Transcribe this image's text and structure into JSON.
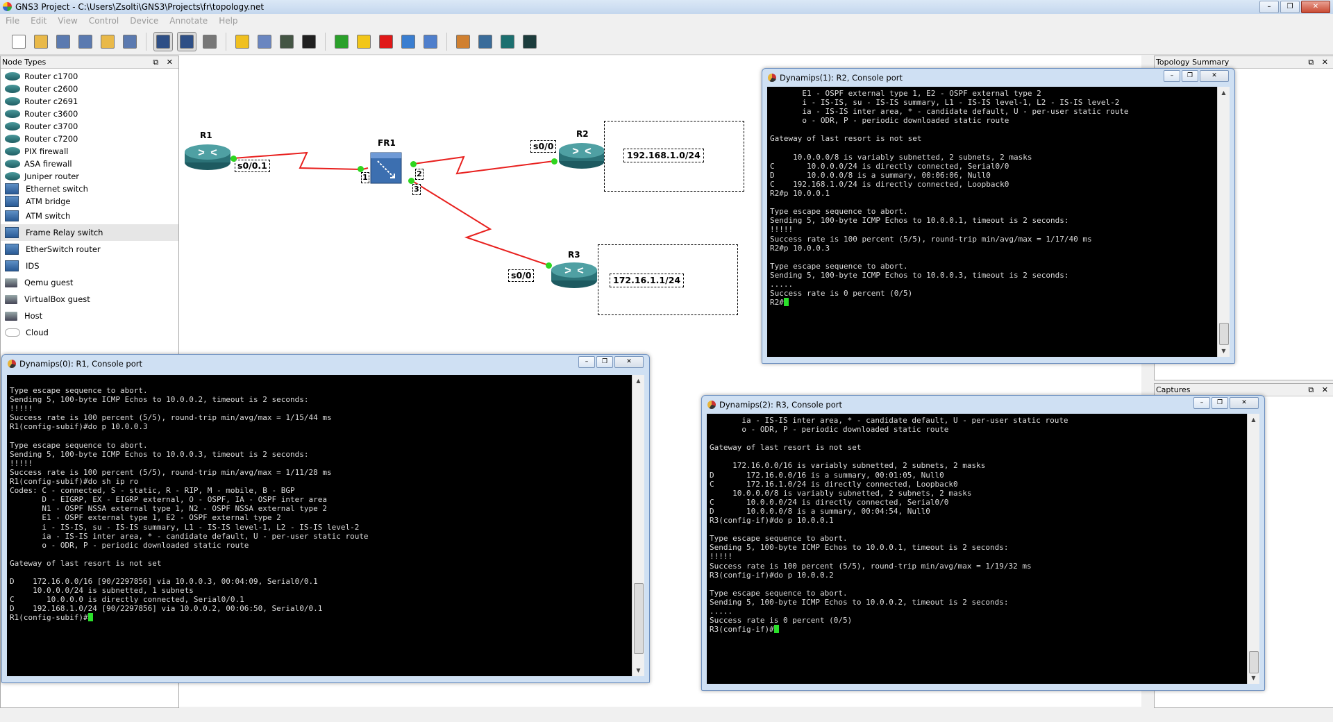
{
  "app": {
    "title": "GNS3 Project - C:\\Users\\Zsolti\\GNS3\\Projects\\fr\\topology.net",
    "window_buttons": [
      "–",
      "❐",
      "✕"
    ]
  },
  "menu": [
    "File",
    "Edit",
    "View",
    "Control",
    "Device",
    "Annotate",
    "Help"
  ],
  "toolbar": {
    "buttons": [
      {
        "name": "new-project",
        "color": "#ffffff"
      },
      {
        "name": "open-project",
        "color": "#e9b949"
      },
      {
        "name": "save-project",
        "color": "#5b7ab0"
      },
      {
        "name": "save-as",
        "color": "#5b7ab0"
      },
      {
        "name": "open-folder",
        "color": "#e9b949"
      },
      {
        "name": "export",
        "color": "#5b7ab0"
      },
      {
        "name": "design-mode",
        "color": "#2e4f86",
        "pressed": true
      },
      {
        "name": "emulation-mode",
        "color": "#2e4f86",
        "pressed": true
      },
      {
        "name": "add-link",
        "color": "#777777"
      },
      {
        "name": "snapshot",
        "color": "#f0c020"
      },
      {
        "name": "preferences",
        "color": "#6a86c0"
      },
      {
        "name": "terminal-all",
        "color": "#445544"
      },
      {
        "name": "console",
        "color": "#202020"
      },
      {
        "name": "start-all",
        "color": "#2aa02a"
      },
      {
        "name": "suspend-all",
        "color": "#f2c619"
      },
      {
        "name": "stop-all",
        "color": "#e01818"
      },
      {
        "name": "reload-all",
        "color": "#3a7ed0"
      },
      {
        "name": "virtualbox",
        "color": "#4f7fcc"
      },
      {
        "name": "add-note",
        "color": "#d08030"
      },
      {
        "name": "insert-picture",
        "color": "#3a6c9a"
      },
      {
        "name": "draw-rectangle",
        "color": "#1c6f6f"
      },
      {
        "name": "draw-ellipse",
        "color": "#1c3c3c"
      }
    ]
  },
  "node_types": {
    "title": "Node Types",
    "controls": "⧉ ✕",
    "items": [
      {
        "label": "Router c1700",
        "icon": "router-icon"
      },
      {
        "label": "Router c2600",
        "icon": "router-icon"
      },
      {
        "label": "Router c2691",
        "icon": "router-icon"
      },
      {
        "label": "Router c3600",
        "icon": "router-icon"
      },
      {
        "label": "Router c3700",
        "icon": "router-icon"
      },
      {
        "label": "Router c7200",
        "icon": "router-icon"
      },
      {
        "label": "PIX firewall",
        "icon": "firewall-icon"
      },
      {
        "label": "ASA firewall",
        "icon": "firewall-icon"
      },
      {
        "label": "Juniper router",
        "icon": "router-icon"
      },
      {
        "label": "Ethernet switch",
        "icon": "switch-icon"
      },
      {
        "label": "ATM bridge",
        "icon": "bridge-icon"
      },
      {
        "label": "ATM switch",
        "icon": "atm-switch-icon"
      },
      {
        "label": "Frame Relay switch",
        "icon": "frame-relay-switch-icon"
      },
      {
        "label": "EtherSwitch router",
        "icon": "etherswitch-icon"
      },
      {
        "label": "IDS",
        "icon": "ids-icon"
      },
      {
        "label": "Qemu guest",
        "icon": "computer-icon"
      },
      {
        "label": "VirtualBox guest",
        "icon": "computer-icon"
      },
      {
        "label": "Host",
        "icon": "computer-icon"
      },
      {
        "label": "Cloud",
        "icon": "cloud-icon"
      }
    ]
  },
  "topology_summary": {
    "title": "Topology Summary",
    "controls": "⧉ ✕"
  },
  "captures": {
    "title": "Captures",
    "controls": "⧉ ✕"
  },
  "topology": {
    "nodes": {
      "r1": "R1",
      "r2": "R2",
      "r3": "R3",
      "fr1": "FR1"
    },
    "interfaces": {
      "r1_if": "s0/0.1",
      "r2_if": "s0/0",
      "r3_if": "s0/0"
    },
    "fr_ports": [
      "1",
      "2",
      "3"
    ],
    "networks": {
      "r2_net": "192.168.1.0/24",
      "r3_net": "172.16.1.1/24"
    },
    "link_color": "#e8201e",
    "port_dot_color": "#2fd61f"
  },
  "consoles": {
    "r1": {
      "title": "Dynamips(0): R1, Console port",
      "lines": [
        "",
        "Type escape sequence to abort.",
        "Sending 5, 100-byte ICMP Echos to 10.0.0.2, timeout is 2 seconds:",
        "!!!!!",
        "Success rate is 100 percent (5/5), round-trip min/avg/max = 1/15/44 ms",
        "R1(config-subif)#do p 10.0.0.3",
        "",
        "Type escape sequence to abort.",
        "Sending 5, 100-byte ICMP Echos to 10.0.0.3, timeout is 2 seconds:",
        "!!!!!",
        "Success rate is 100 percent (5/5), round-trip min/avg/max = 1/11/28 ms",
        "R1(config-subif)#do sh ip ro",
        "Codes: C - connected, S - static, R - RIP, M - mobile, B - BGP",
        "       D - EIGRP, EX - EIGRP external, O - OSPF, IA - OSPF inter area",
        "       N1 - OSPF NSSA external type 1, N2 - OSPF NSSA external type 2",
        "       E1 - OSPF external type 1, E2 - OSPF external type 2",
        "       i - IS-IS, su - IS-IS summary, L1 - IS-IS level-1, L2 - IS-IS level-2",
        "       ia - IS-IS inter area, * - candidate default, U - per-user static route",
        "       o - ODR, P - periodic downloaded static route",
        "",
        "Gateway of last resort is not set",
        "",
        "D    172.16.0.0/16 [90/2297856] via 10.0.0.3, 00:04:09, Serial0/0.1",
        "     10.0.0.0/24 is subnetted, 1 subnets",
        "C       10.0.0.0 is directly connected, Serial0/0.1",
        "D    192.168.1.0/24 [90/2297856] via 10.0.0.2, 00:06:50, Serial0/0.1"
      ],
      "prompt": "R1(config-subif)#"
    },
    "r2": {
      "title": "Dynamips(1): R2, Console port",
      "lines": [
        "       E1 - OSPF external type 1, E2 - OSPF external type 2",
        "       i - IS-IS, su - IS-IS summary, L1 - IS-IS level-1, L2 - IS-IS level-2",
        "       ia - IS-IS inter area, * - candidate default, U - per-user static route",
        "       o - ODR, P - periodic downloaded static route",
        "",
        "Gateway of last resort is not set",
        "",
        "     10.0.0.0/8 is variably subnetted, 2 subnets, 2 masks",
        "C       10.0.0.0/24 is directly connected, Serial0/0",
        "D       10.0.0.0/8 is a summary, 00:06:06, Null0",
        "C    192.168.1.0/24 is directly connected, Loopback0",
        "R2#p 10.0.0.1",
        "",
        "Type escape sequence to abort.",
        "Sending 5, 100-byte ICMP Echos to 10.0.0.1, timeout is 2 seconds:",
        "!!!!!",
        "Success rate is 100 percent (5/5), round-trip min/avg/max = 1/17/40 ms",
        "R2#p 10.0.0.3",
        "",
        "Type escape sequence to abort.",
        "Sending 5, 100-byte ICMP Echos to 10.0.0.3, timeout is 2 seconds:",
        ".....",
        "Success rate is 0 percent (0/5)"
      ],
      "prompt": "R2#"
    },
    "r3": {
      "title": "Dynamips(2): R3, Console port",
      "lines": [
        "       ia - IS-IS inter area, * - candidate default, U - per-user static route",
        "       o - ODR, P - periodic downloaded static route",
        "",
        "Gateway of last resort is not set",
        "",
        "     172.16.0.0/16 is variably subnetted, 2 subnets, 2 masks",
        "D       172.16.0.0/16 is a summary, 00:01:05, Null0",
        "C       172.16.1.0/24 is directly connected, Loopback0",
        "     10.0.0.0/8 is variably subnetted, 2 subnets, 2 masks",
        "C       10.0.0.0/24 is directly connected, Serial0/0",
        "D       10.0.0.0/8 is a summary, 00:04:54, Null0",
        "R3(config-if)#do p 10.0.0.1",
        "",
        "Type escape sequence to abort.",
        "Sending 5, 100-byte ICMP Echos to 10.0.0.1, timeout is 2 seconds:",
        "!!!!!",
        "Success rate is 100 percent (5/5), round-trip min/avg/max = 1/19/32 ms",
        "R3(config-if)#do p 10.0.0.2",
        "",
        "Type escape sequence to abort.",
        "Sending 5, 100-byte ICMP Echos to 10.0.0.2, timeout is 2 seconds:",
        ".....",
        "Success rate is 0 percent (0/5)"
      ],
      "prompt": "R3(config-if)#"
    }
  }
}
